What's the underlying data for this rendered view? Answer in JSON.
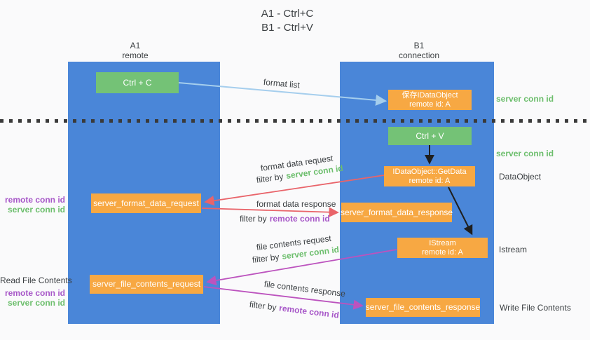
{
  "title": {
    "line1": "A1 - Ctrl+C",
    "line2": "B1 - Ctrl+V"
  },
  "lanes": {
    "left": {
      "name": "A1",
      "subtitle": "remote"
    },
    "right": {
      "name": "B1",
      "subtitle": "connection"
    }
  },
  "boxes": {
    "ctrl_c": "Ctrl + C",
    "ctrl_v": "Ctrl + V",
    "save_idataobject": {
      "line1": "保存IDataObject",
      "line2": "remote id: A"
    },
    "getdata": {
      "line1": "IDataObject::GetData",
      "line2": "remote id: A"
    },
    "istream": {
      "line1": "IStream",
      "line2": "remote id: A"
    },
    "format_request": "server_format_data_request",
    "format_response": "server_format_data_response",
    "file_request": "server_file_contents_request",
    "file_response": "server_file_contents_response"
  },
  "right_labels": {
    "server_conn_id_1": "server conn id",
    "server_conn_id_2": "server conn id",
    "dataobject": "DataObject",
    "istream": "Istream",
    "write_file_contents": "Write File Contents"
  },
  "left_labels": {
    "remote_conn_id_1": "remote conn id",
    "server_conn_id_1": "server conn id",
    "read_file_contents": "Read File Contents",
    "remote_conn_id_2": "remote conn id",
    "server_conn_id_2": "server conn id"
  },
  "flow_labels": {
    "format_list": "format list",
    "format_data_request": "format data request",
    "filter_by_1": "filter by",
    "filter_server_1": "server conn id",
    "format_data_response": "format data response",
    "filter_by_2": "filter by",
    "filter_remote_1": "remote conn id",
    "file_contents_request": "file contents request",
    "filter_by_3": "filter by",
    "filter_server_2": "server conn id",
    "file_contents_response": "file contents response",
    "filter_by_4": "filter by",
    "filter_remote_2": "remote conn id"
  },
  "colors": {
    "lane_blue": "#4A86D8",
    "box_green": "#74C276",
    "box_orange": "#F7A843",
    "arrow_light_blue": "#A5CEED",
    "arrow_red": "#E9646A",
    "arrow_magenta": "#BC53BE",
    "arrow_black": "#1F1F1F",
    "text_green": "#6CBE6C",
    "text_purple": "#A757C8",
    "text_dark": "#3C4043",
    "background": "#FAFAFB"
  }
}
